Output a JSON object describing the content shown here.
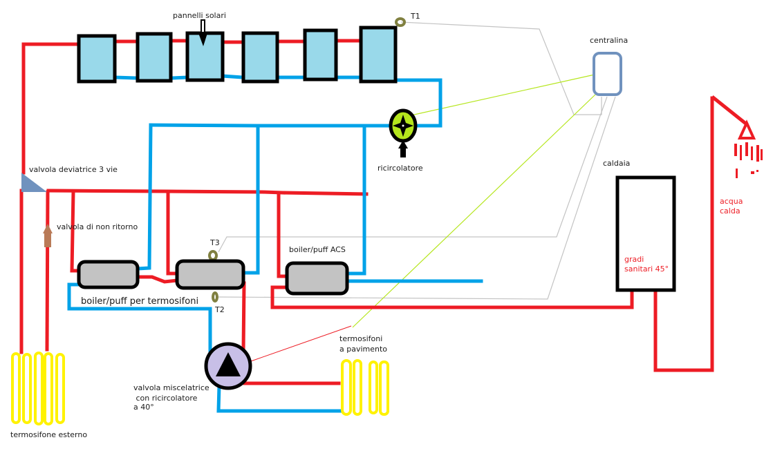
{
  "colors": {
    "hot_pipe": "#ed1c24",
    "cold_pipe": "#00a2e8",
    "solar_panel": "#99d9ea",
    "tank": "#c3c3c3",
    "radiator": "#fff200",
    "sensor": "#808040",
    "controller": "#7092be",
    "pump": "#b5e61d",
    "mixing_valve": "#c8bfe7",
    "check_valve": "#b97a57"
  },
  "labels": {
    "solar_panels": "pannelli solari",
    "sensor_t1": "T1",
    "sensor_t2": "T2",
    "sensor_t3": "T3",
    "controller": "centralina",
    "circulator": "ricircolatore",
    "three_way_valve": "valvola deviatrice 3 vie",
    "check_valve": "valvola di non ritorno",
    "heating_tank": "boiler/puff per termosifoni",
    "dhw_tank": "boiler/puff ACS",
    "boiler": "caldaia",
    "boiler_setting_line1": "gradi",
    "boiler_setting_line2": "sanitari 45°",
    "hot_water_line1": "acqua",
    "hot_water_line2": "calda",
    "floor_heating_line1": "termosifoni",
    "floor_heating_line2": "a pavimento",
    "mixing_valve_line1": "valvola miscelatrice",
    "mixing_valve_line2": " con ricircolatore",
    "mixing_valve_line3": "a 40°",
    "external_radiator": "termosifone esterno"
  },
  "solar_panel_count": 6,
  "floor_radiator_columns": 4,
  "external_radiator_columns": 5
}
